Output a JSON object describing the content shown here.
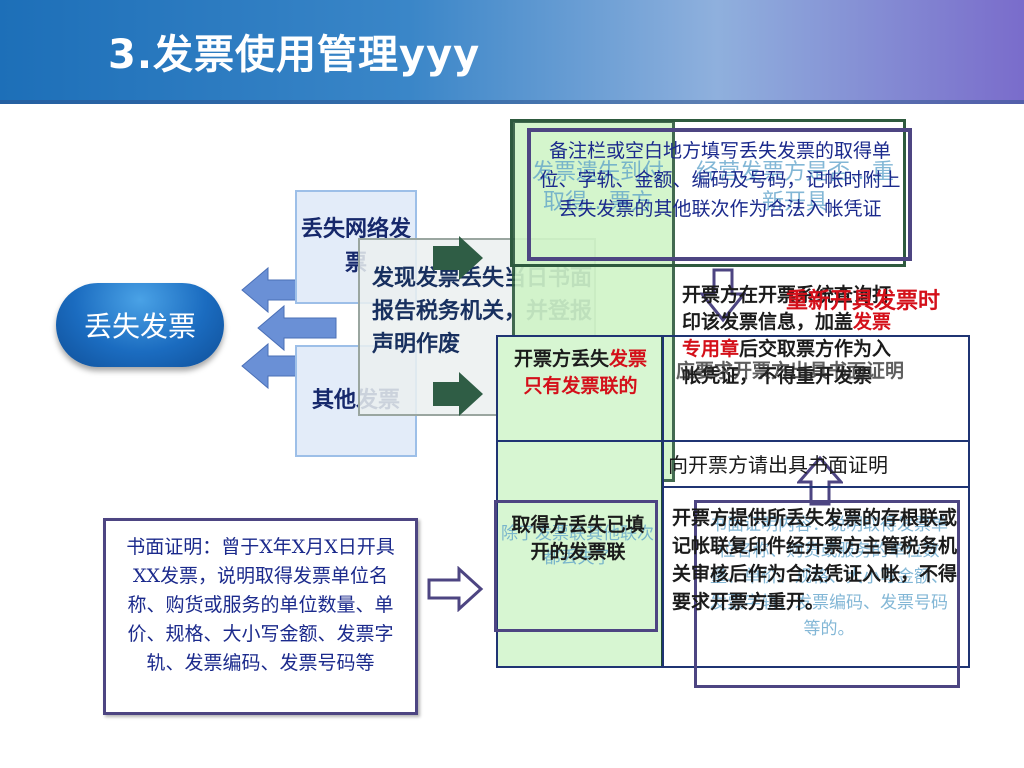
{
  "title": "3.发票使用管理yyy",
  "lost_invoice": "丢失发票",
  "lost_network_invoice": "丢失网络发票",
  "other_invoice": "其他发票",
  "report_text": "发现发票丢失当日书面报告税务机关，并登报声明作废",
  "report_faint_tail": "报声明作废",
  "ghost_a": "发票遗失到付取得…票方",
  "ghost_b": "经营发票方是否…重新开具",
  "top_note": "备注栏或空白地方填写丢失发票的取得单位、字轨、金额、编码及号码，记帐时附上丢失发票的其他联次作为合法入帐凭证",
  "issuer_reprint": "开票方在开票系统查询打印该发票信息，加盖发票专用章后交取票方作为入帐凭证，不得重开发票",
  "issuer_reprint_pre": "开票方在开票系统查询打印该发票信息，加盖",
  "issuer_reprint_red": "发票专用章",
  "issuer_reprint_post": "后交取票方作为入帐凭证，不得重开发票",
  "reissue_label": "重新开具发票时",
  "issuer_lost_pre": "开票方丢失",
  "issuer_lost_red": "发票只有发票联的",
  "issuer_lost_full": "开票方丢失发票只有发票联的",
  "overlay_c": "应要求开票方出具书面证明",
  "request_cert": "向开票方请出具书面证明",
  "receiver_lost": "取得方丢失已填开的发票联",
  "receiver_ghost": "除了发票联其他联次都丢失了",
  "provide_copy": "开票方提供所丢失发票的存根联或记帐联复印件经开票方主管税务机关审核后作为合法凭证入帐，不得要求开票方重开。",
  "cert_ghost": "书面证明内容：说明取得发票单位名称、购货或服务的单位数量、单价、规格、大小写金额、发票字轨、发票编码、发票号码等的。",
  "cert_note": "书面证明：曾于X年X月X日开具XX发票，说明取得发票单位名称、购货或服务的单位数量、单价、规格、大小写金额、发票字轨、发票编码、发票号码等",
  "colors": {
    "header_start": "#1d6fb8",
    "header_end": "#7a6ccb",
    "pill": "#1b6cc0",
    "green": "#d7f6d2",
    "red": "#d4101a",
    "purple": "#4d4582"
  }
}
